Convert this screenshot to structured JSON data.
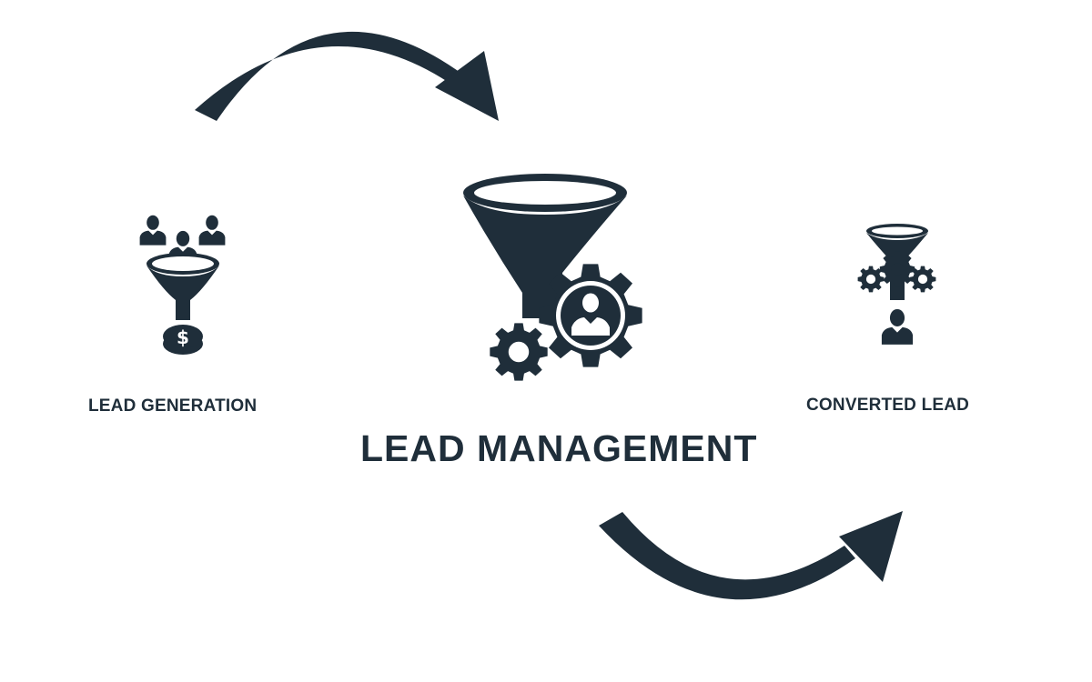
{
  "colors": {
    "ink": "#1f2e3a",
    "background": "#ffffff"
  },
  "stages": {
    "generation": {
      "label": "LEAD GENERATION",
      "icons": [
        "people-icon",
        "funnel-icon",
        "dollar-coin-icon"
      ]
    },
    "management": {
      "label": "LEAD MANAGEMENT",
      "icons": [
        "funnel-icon",
        "gear-icon",
        "person-icon"
      ]
    },
    "converted": {
      "label": "CONVERTED LEAD",
      "icons": [
        "funnel-icon",
        "gear-icon",
        "person-icon"
      ]
    }
  },
  "flow": [
    {
      "from": "generation",
      "to": "management",
      "icon": "curved-arrow-icon"
    },
    {
      "from": "management",
      "to": "converted",
      "icon": "curved-arrow-icon"
    }
  ]
}
